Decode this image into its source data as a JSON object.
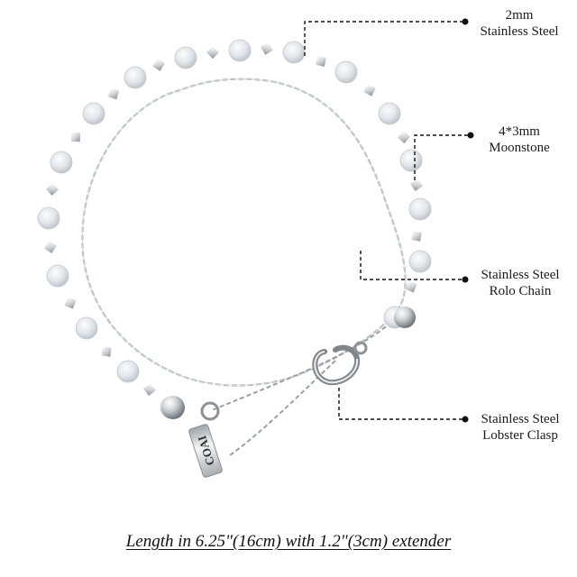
{
  "callouts": [
    {
      "line1": "2mm",
      "line2": "Stainless Steel"
    },
    {
      "line1": "4*3mm",
      "line2": "Moonstone"
    },
    {
      "line1": "Stainless Steel",
      "line2": "Rolo Chain"
    },
    {
      "line1": "Stainless Steel",
      "line2": "Lobster Clasp"
    }
  ],
  "tag_text": "COAI",
  "caption": "Length in 6.25\"(16cm) with 1.2\"(3cm) extender",
  "colors": {
    "moonstone": "#dfe4e8",
    "steel": "#b8bcc0",
    "line": "#111111"
  }
}
